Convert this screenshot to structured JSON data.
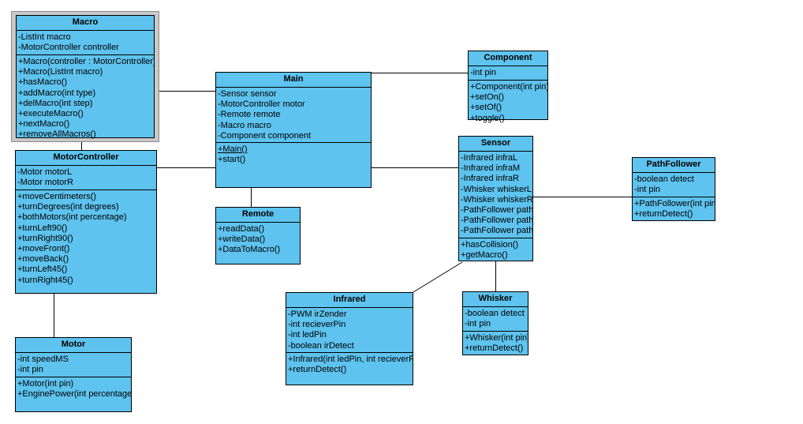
{
  "diagram": {
    "type": "uml-class-diagram",
    "background_color": "#ffffff",
    "class_fill_color": "#5ec3ee",
    "class_border_color": "#000000",
    "selection_halo_color": "#c9c9c9"
  },
  "classes": {
    "macro": {
      "name": "Macro",
      "selected": true,
      "attributes": [
        "-ListInt macro",
        "-MotorController controller"
      ],
      "operations": [
        "+Macro(controller : MotorController)",
        "+Macro(ListInt macro)",
        "+hasMacro()",
        "+addMacro(int type)",
        "+delMacro(int step)",
        "+executeMacro()",
        "+nextMacro()",
        "+removeAllMacros()"
      ]
    },
    "motorcontroller": {
      "name": "MotorController",
      "attributes": [
        "-Motor motorL",
        "-Motor motorR"
      ],
      "operations": [
        "+moveCentimeters()",
        "+turnDegrees(int degrees)",
        "+bothMotors(int percentage)",
        "+turnLeft90()",
        "+turnRight90()",
        "+moveFront()",
        "+moveBack()",
        "+turnLeft45()",
        "+turnRight45()"
      ]
    },
    "motor": {
      "name": "Motor",
      "attributes": [
        "-int speedMS",
        "-int pin"
      ],
      "operations": [
        "+Motor(int pin)",
        "+EnginePower(int percentage)"
      ]
    },
    "main": {
      "name": "Main",
      "attributes": [
        "-Sensor sensor",
        "-MotorController motor",
        "-Remote remote",
        "-Macro macro",
        "-Component component"
      ],
      "operations": [
        "+Main()",
        "+start()"
      ],
      "static_operations": [
        "+Main()"
      ]
    },
    "remote": {
      "name": "Remote",
      "operations": [
        "+readData()",
        "+writeData()",
        "+DataToMacro()"
      ]
    },
    "component": {
      "name": "Component",
      "attributes": [
        "-int pin"
      ],
      "operations": [
        "+Component(int pin)",
        "+setOn()",
        "+setOf()",
        "+toggle()"
      ]
    },
    "sensor": {
      "name": "Sensor",
      "attributes": [
        "-Infrared infraL",
        "-Infrared infraM",
        "-Infrared infraR",
        "-Whisker whiskerL",
        "-Whisker whiskerR",
        "-PathFollower pathL",
        "-PathFollower pathM",
        "-PathFollower pathR"
      ],
      "operations": [
        "+hasCollision()",
        "+getMacro()"
      ]
    },
    "pathfollower": {
      "name": "PathFollower",
      "attributes": [
        "-boolean detect",
        "-int pin"
      ],
      "operations": [
        "+PathFollower(int pin)",
        "+returnDetect()"
      ]
    },
    "infrared": {
      "name": "Infrared",
      "attributes": [
        "-PWM irZender",
        "-int recieverPin",
        "-int ledPin",
        "-boolean irDetect"
      ],
      "operations": [
        "+Infrared(int ledPin, int recieverPin)",
        "+returnDetect()"
      ]
    },
    "whisker": {
      "name": "Whisker",
      "attributes": [
        "-boolean detect",
        "-int pin"
      ],
      "operations": [
        "+Whisker(int pin)",
        "+returnDetect()"
      ]
    }
  },
  "associations": [
    {
      "from": "Macro",
      "to": "Main"
    },
    {
      "from": "Macro",
      "to": "MotorController"
    },
    {
      "from": "MotorController",
      "to": "Main"
    },
    {
      "from": "MotorController",
      "to": "Motor"
    },
    {
      "from": "Main",
      "to": "Component"
    },
    {
      "from": "Main",
      "to": "Sensor"
    },
    {
      "from": "Main",
      "to": "Remote"
    },
    {
      "from": "Sensor",
      "to": "PathFollower"
    },
    {
      "from": "Sensor",
      "to": "Whisker"
    },
    {
      "from": "Sensor",
      "to": "Infrared"
    }
  ]
}
